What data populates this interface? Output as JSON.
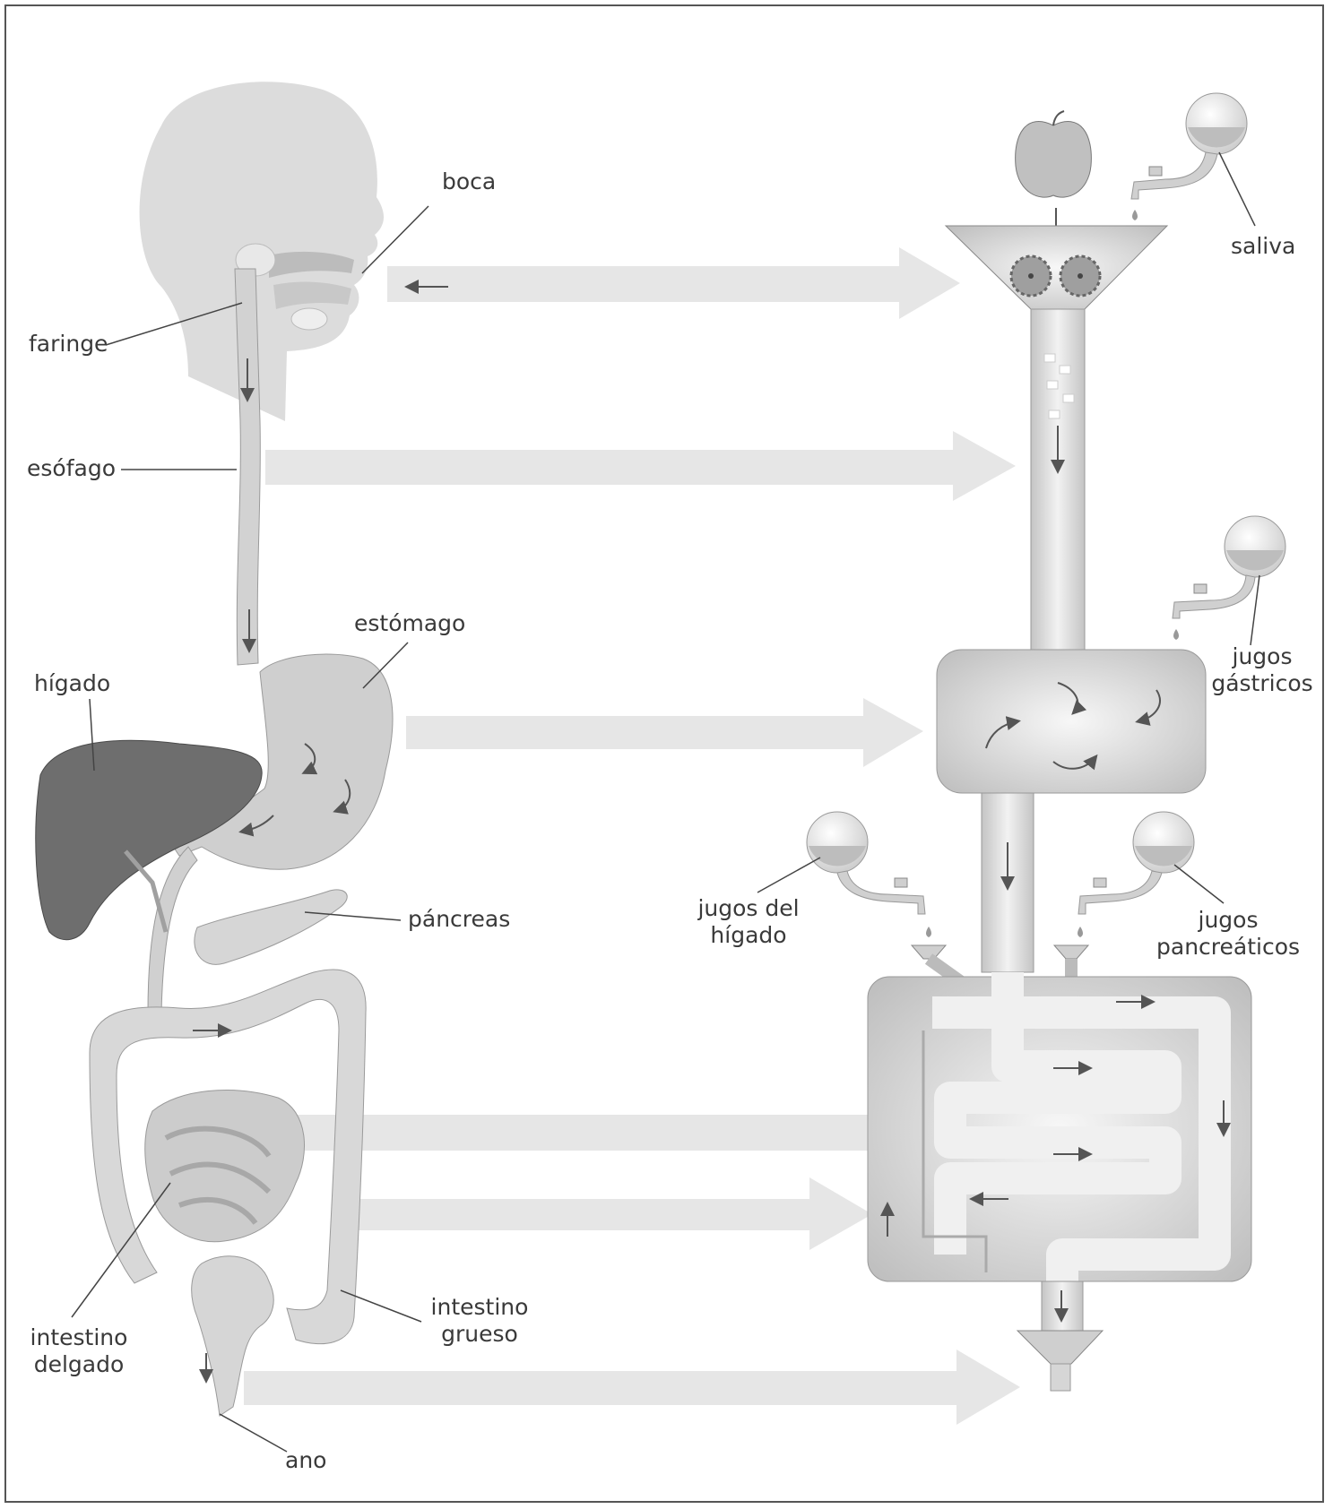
{
  "labels": {
    "boca": "boca",
    "faringe": "faringe",
    "esofago": "esófago",
    "estomago": "estómago",
    "higado": "hígado",
    "pancreas": "páncreas",
    "intestino_delgado_1": "intestino",
    "intestino_delgado_2": "delgado",
    "intestino_grueso_1": "intestino",
    "intestino_grueso_2": "grueso",
    "ano": "ano",
    "saliva": "saliva",
    "jugos_gastricos_1": "jugos",
    "jugos_gastricos_2": "gástricos",
    "jugos_higado_1": "jugos del",
    "jugos_higado_2": "hígado",
    "jugos_pancreaticos_1": "jugos",
    "jugos_pancreaticos_2": "pancreáticos"
  },
  "colors": {
    "body_gray": "#d9d9d9",
    "organ_gray": "#c9c9c9",
    "liver": "#6e6e6e",
    "big_arrow": "#e6e6e6",
    "line": "#444444",
    "machine_fill": "#e8e8e8",
    "machine_edge": "#9a9a9a",
    "juice": "#b8b8b8"
  }
}
